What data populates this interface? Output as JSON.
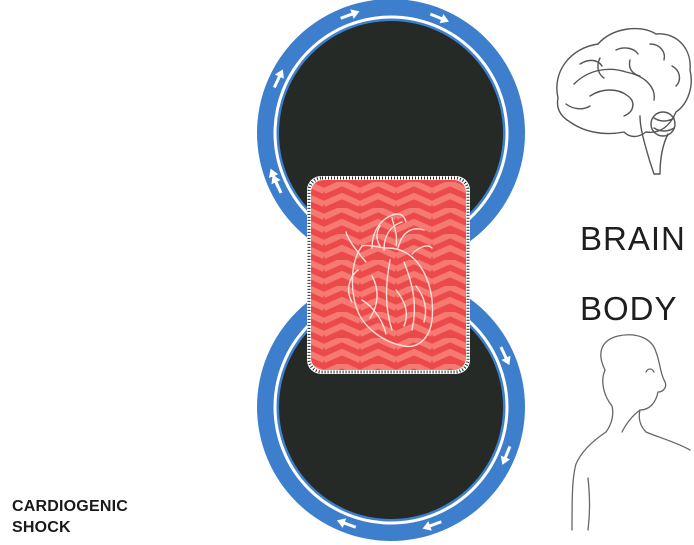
{
  "labels": {
    "brain": "BRAIN",
    "body": "BODY"
  },
  "caption": {
    "line1": "CARDIOGENIC",
    "line2": "SHOCK"
  },
  "icons": {
    "brain": "brain-icon",
    "body": "child-silhouette-icon",
    "heart": "heart-icon",
    "flow_arrows": "flow-arrow-icon"
  },
  "colors": {
    "circulation_ring": "#3d7fcc",
    "chamber": "#262a26",
    "heart_panel": "#ec4a4a",
    "arrow": "#ffffff"
  }
}
